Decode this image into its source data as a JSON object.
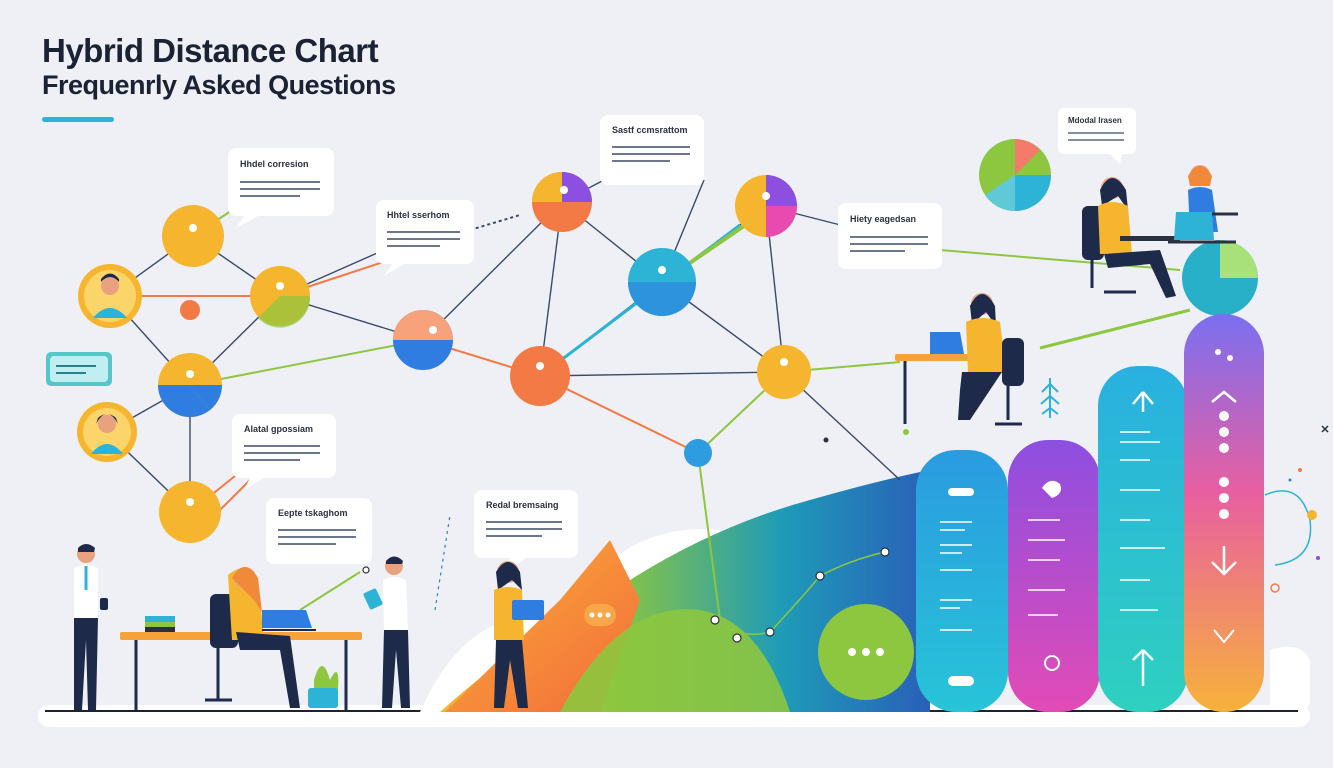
{
  "header": {
    "title": "Hybrid Distance Chart",
    "subtitle": "Frequenrly Asked Questions"
  },
  "bubbles": [
    {
      "label": "Hhdel corresion"
    },
    {
      "label": "Hhtel sserhom"
    },
    {
      "label": "Sastf ccmsrattom"
    },
    {
      "label": "Hiety eagedsan"
    },
    {
      "label": "Mdodal lrasen"
    },
    {
      "label": "Alatal gpossiam"
    },
    {
      "label": "Eepte tskaghom"
    },
    {
      "label": "Redal bremsaing"
    }
  ],
  "colors": {
    "accent": "#2db3d6",
    "orange": "#f47a45",
    "yellow": "#f5b52f",
    "purple": "#8c4fe0",
    "green": "#8dc63f",
    "blue": "#2f7de1"
  },
  "icons": {
    "people_count": 8
  }
}
